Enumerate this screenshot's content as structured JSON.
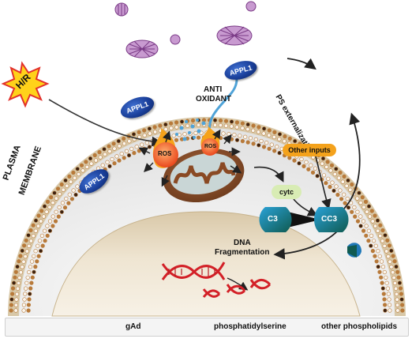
{
  "labels": {
    "stimulus": "H/R",
    "membrane_line1": "PLASMA",
    "membrane_line2": "MEMBRANE",
    "appl1_receptor": "APPL1",
    "appl1_a": "APPL1",
    "appl1_b": "APPL1",
    "antioxidant_line1": "ANTI",
    "antioxidant_line2": "OXIDANT",
    "ros_a": "ROS",
    "ros_b": "ROS",
    "ps_externalization": "PS externalization",
    "other_inputs": "Other inputs",
    "cytc": "cytc",
    "c3": "C3",
    "cc3": "CC3",
    "dna_line1": "DNA",
    "dna_line2": "Fragmentation"
  },
  "legend": {
    "gad": "gAd",
    "phosphatidylserine": "phosphatidylserine",
    "other_phospholipids": "other phospholipids"
  },
  "colors": {
    "membrane": "#d8c8a8",
    "cytoplasm": "#ececec",
    "nucleus": "#e6d9c2",
    "appl1": "#1a3f9a",
    "ros": "#f05a28",
    "other_inputs": "#f4a21c",
    "cytc": "#d8ecb4",
    "c3": "#17695e",
    "cc3": "#17695e",
    "dna": "#d32027",
    "gad": "#a05aa8"
  }
}
